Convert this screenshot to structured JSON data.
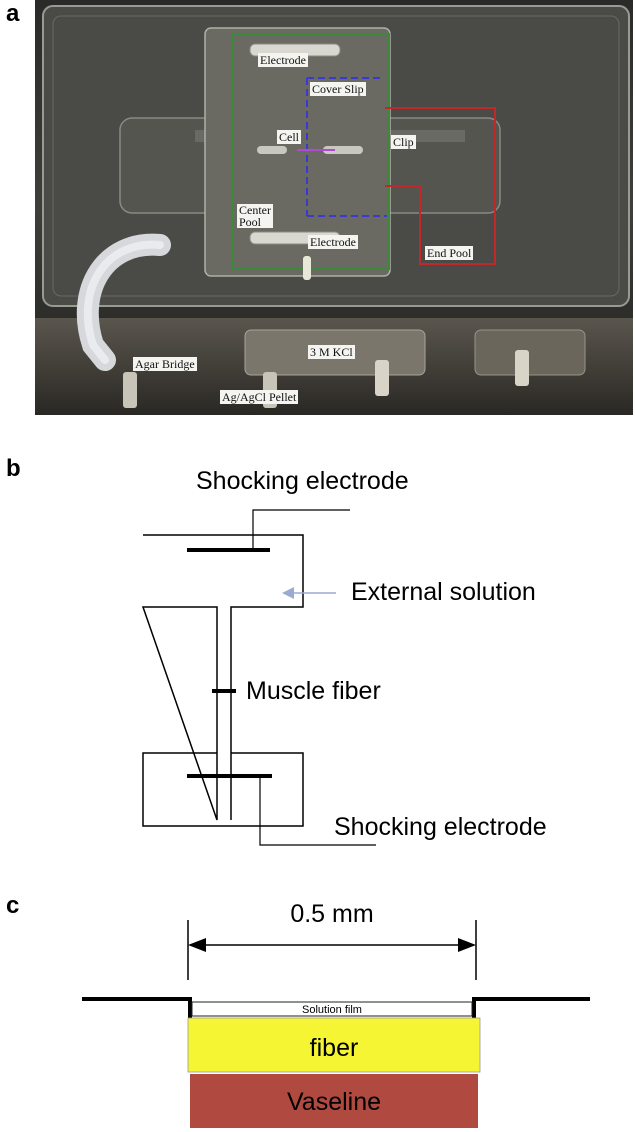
{
  "panel_letters": {
    "a": "a",
    "b": "b",
    "c": "c"
  },
  "panel_a": {
    "labels": {
      "electrode_top": "Electrode",
      "cover_slip": "Cover Slip",
      "cell": "Cell",
      "clip": "Clip",
      "center_pool_line1": "Center",
      "center_pool_line2": "Pool",
      "electrode_bottom": "Electrode",
      "end_pool": "End Pool",
      "agar_bridge": "Agar Bridge",
      "kcl": "3 M KCl",
      "pellet": "Ag/AgCl Pellet"
    },
    "colors": {
      "green_outline": "#3a8a3a",
      "red_outline": "#c0282a",
      "blue_dashed": "#3a3ad0",
      "cell_marker": "#b04ad0"
    }
  },
  "panel_b": {
    "labels": {
      "shocking_electrode_top": "Shocking electrode",
      "external_solution": "External solution",
      "muscle_fiber": "Muscle fiber",
      "shocking_electrode_bottom": "Shocking electrode"
    },
    "colors": {
      "arrow": "#9aaad0"
    }
  },
  "panel_c": {
    "labels": {
      "dimension": "0.5 mm",
      "solution_film": "Solution film",
      "fiber": "fiber",
      "vaseline": "Vaseline"
    },
    "colors": {
      "fiber": "#f5f533",
      "vaseline": "#b04a40"
    }
  }
}
